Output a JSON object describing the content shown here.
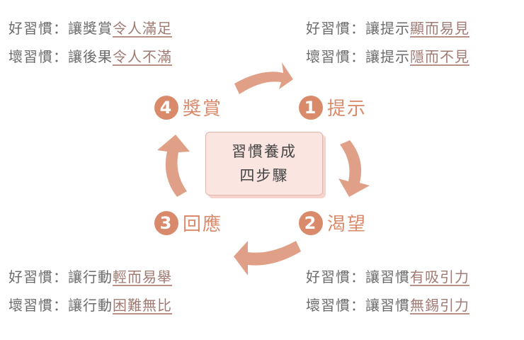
{
  "notes": {
    "top_left": [
      {
        "prefix": "好習慣：讓獎賞",
        "emph": "令人滿足"
      },
      {
        "prefix": "壞習慣：讓後果",
        "emph": "令人不滿"
      }
    ],
    "top_right": [
      {
        "prefix": "好習慣：讓提示",
        "emph": "顯而易見"
      },
      {
        "prefix": "壞習慣：讓提示",
        "emph": "隱而不見"
      }
    ],
    "bottom_left": [
      {
        "prefix": "好習慣：讓行動",
        "emph": "輕而易舉"
      },
      {
        "prefix": "壞習慣：讓行動",
        "emph": "困難無比"
      }
    ],
    "bottom_right": [
      {
        "prefix": "好習慣：讓習慣",
        "emph": "有吸引力"
      },
      {
        "prefix": "壞習慣：讓習慣",
        "emph": "無錫引力"
      }
    ]
  },
  "steps": {
    "cue": {
      "number": "1",
      "label": "提示"
    },
    "craving": {
      "number": "2",
      "label": "渴望"
    },
    "response": {
      "number": "3",
      "label": "回應"
    },
    "reward": {
      "number": "4",
      "label": "獎賞"
    }
  },
  "center": {
    "line1": "習慣養成",
    "line2": "四步驟"
  },
  "colors": {
    "accent": "#d98a6b",
    "arrow": "#e0a088",
    "card": "#fbe5e0",
    "text": "#6b6b6b"
  }
}
